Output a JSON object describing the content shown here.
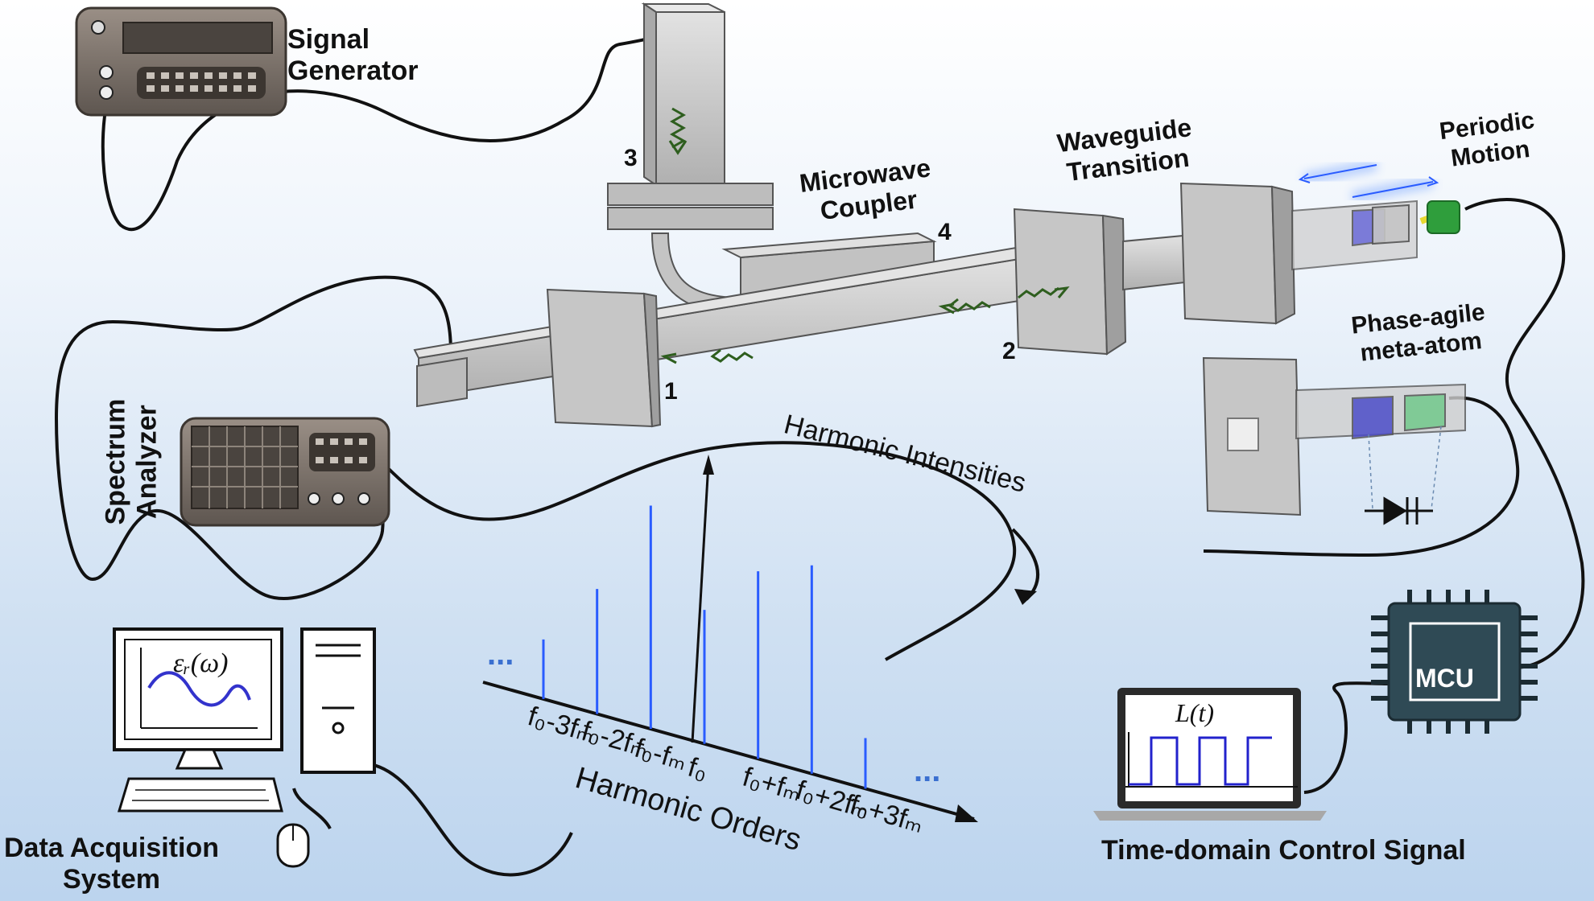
{
  "labels": {
    "signal_generator": "Signal\nGenerator",
    "microwave_coupler": "Microwave\nCoupler",
    "waveguide_transition": "Waveguide\nTransition",
    "periodic_motion": "Periodic\nMotion",
    "phase_agile": "Phase-agile\nmeta-atom",
    "spectrum_analyzer": "Spectrum\nAnalyzer",
    "harmonic_intensities": "Harmonic Intensities",
    "harmonic_orders": "Harmonic Orders",
    "data_acquisition": "Data Acquisition\nSystem",
    "time_domain": "Time-domain Control Signal",
    "mcu": "MCU",
    "epsilon": "εᵣ(ω)",
    "lt": "L(t)",
    "dots": "..."
  },
  "ports": [
    "1",
    "2",
    "3",
    "4"
  ],
  "harmonics": [
    {
      "label": "f₀-3fₘ",
      "intensity": 0.2
    },
    {
      "label": "f₀-2fₘ",
      "intensity": 0.42
    },
    {
      "label": "f₀-fₘ",
      "intensity": 0.75
    },
    {
      "label": "f₀",
      "intensity": 0.45
    },
    {
      "label": "f₀+fₘ",
      "intensity": 0.63
    },
    {
      "label": "f₀+2fₘ",
      "intensity": 0.7
    },
    {
      "label": "f₀+3fₘ",
      "intensity": 0.17
    }
  ],
  "colors": {
    "waveguide": "#c9c9c9",
    "harmonic_glow": "#3a7bff",
    "mcu": "#2f4a55",
    "arrow_green": "#2e5e1e"
  }
}
